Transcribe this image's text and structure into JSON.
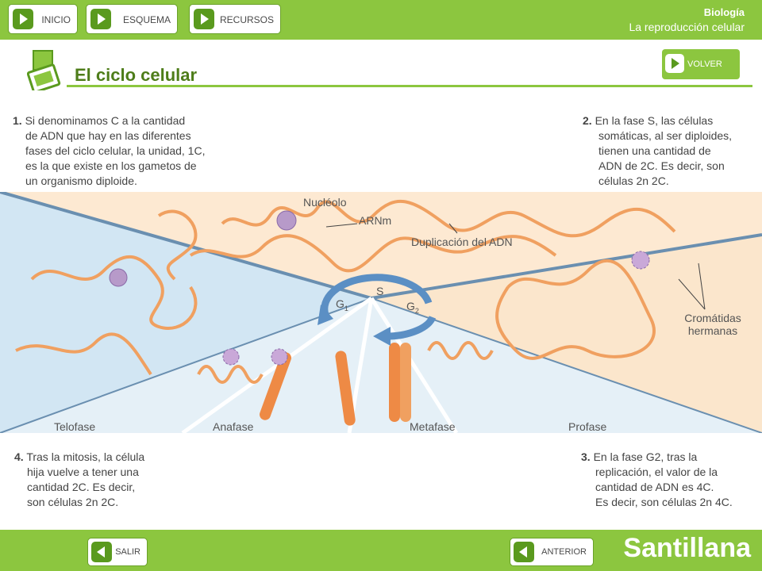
{
  "nav": {
    "inicio": "INICIO",
    "esquema": "ESQUEMA",
    "recursos": "RECURSOS"
  },
  "header": {
    "subject": "Biología",
    "unit": "La reproducción celular"
  },
  "page": {
    "title": "El ciclo celular",
    "volver": "VOLVER"
  },
  "notes": {
    "n1": {
      "num": "1.",
      "lines": [
        "Si denominamos C a la cantidad",
        "de ADN que hay en las diferentes",
        "fases del ciclo celular, la unidad, 1C,",
        "es la que existe en los gametos de",
        "un organismo diploide."
      ]
    },
    "n2": {
      "num": "2.",
      "lines": [
        "En la fase S, las células",
        "somáticas, al ser diploides,",
        "tienen una cantidad de",
        "ADN de 2C.  Es decir, son",
        "células 2n 2C."
      ]
    },
    "n3": {
      "num": "3.",
      "lines": [
        "En la fase G2, tras la",
        "replicación, el valor de la",
        "cantidad de ADN es 4C.",
        "Es decir, son células 2n 4C."
      ]
    },
    "n4": {
      "num": "4.",
      "lines": [
        "Tras la mitosis, la célula",
        "hija vuelve a tener una",
        "cantidad 2C. Es decir,",
        "son células 2n 2C."
      ]
    }
  },
  "diagram": {
    "nucleolo": "Nucléolo",
    "arnm": "ARNm",
    "duplicacion": "Duplicación del ADN",
    "s": "S",
    "g1": "G",
    "g1_sub": "1",
    "g2": "G",
    "g2_sub": "2",
    "cromatidas1": "Cromátidas",
    "cromatidas2": "hermanas",
    "phases": {
      "telofase": "Telofase",
      "anafase": "Anafase",
      "metafase": "Metafase",
      "profase": "Profase"
    },
    "colors": {
      "top_bg": "#fdebd3",
      "left_bg": "#d4e8f4",
      "right_bg": "#fbe8cf",
      "bottom_bg": "#e2eef6",
      "chromatin": "#f0a060",
      "divider": "#6a8fb0",
      "arrow": "#5b8fc4"
    }
  },
  "footer": {
    "salir": "SALIR",
    "anterior": "ANTERIOR",
    "brand": "Santillana"
  },
  "colors": {
    "bar": "#8cc63f",
    "title": "#4e7d1a"
  }
}
